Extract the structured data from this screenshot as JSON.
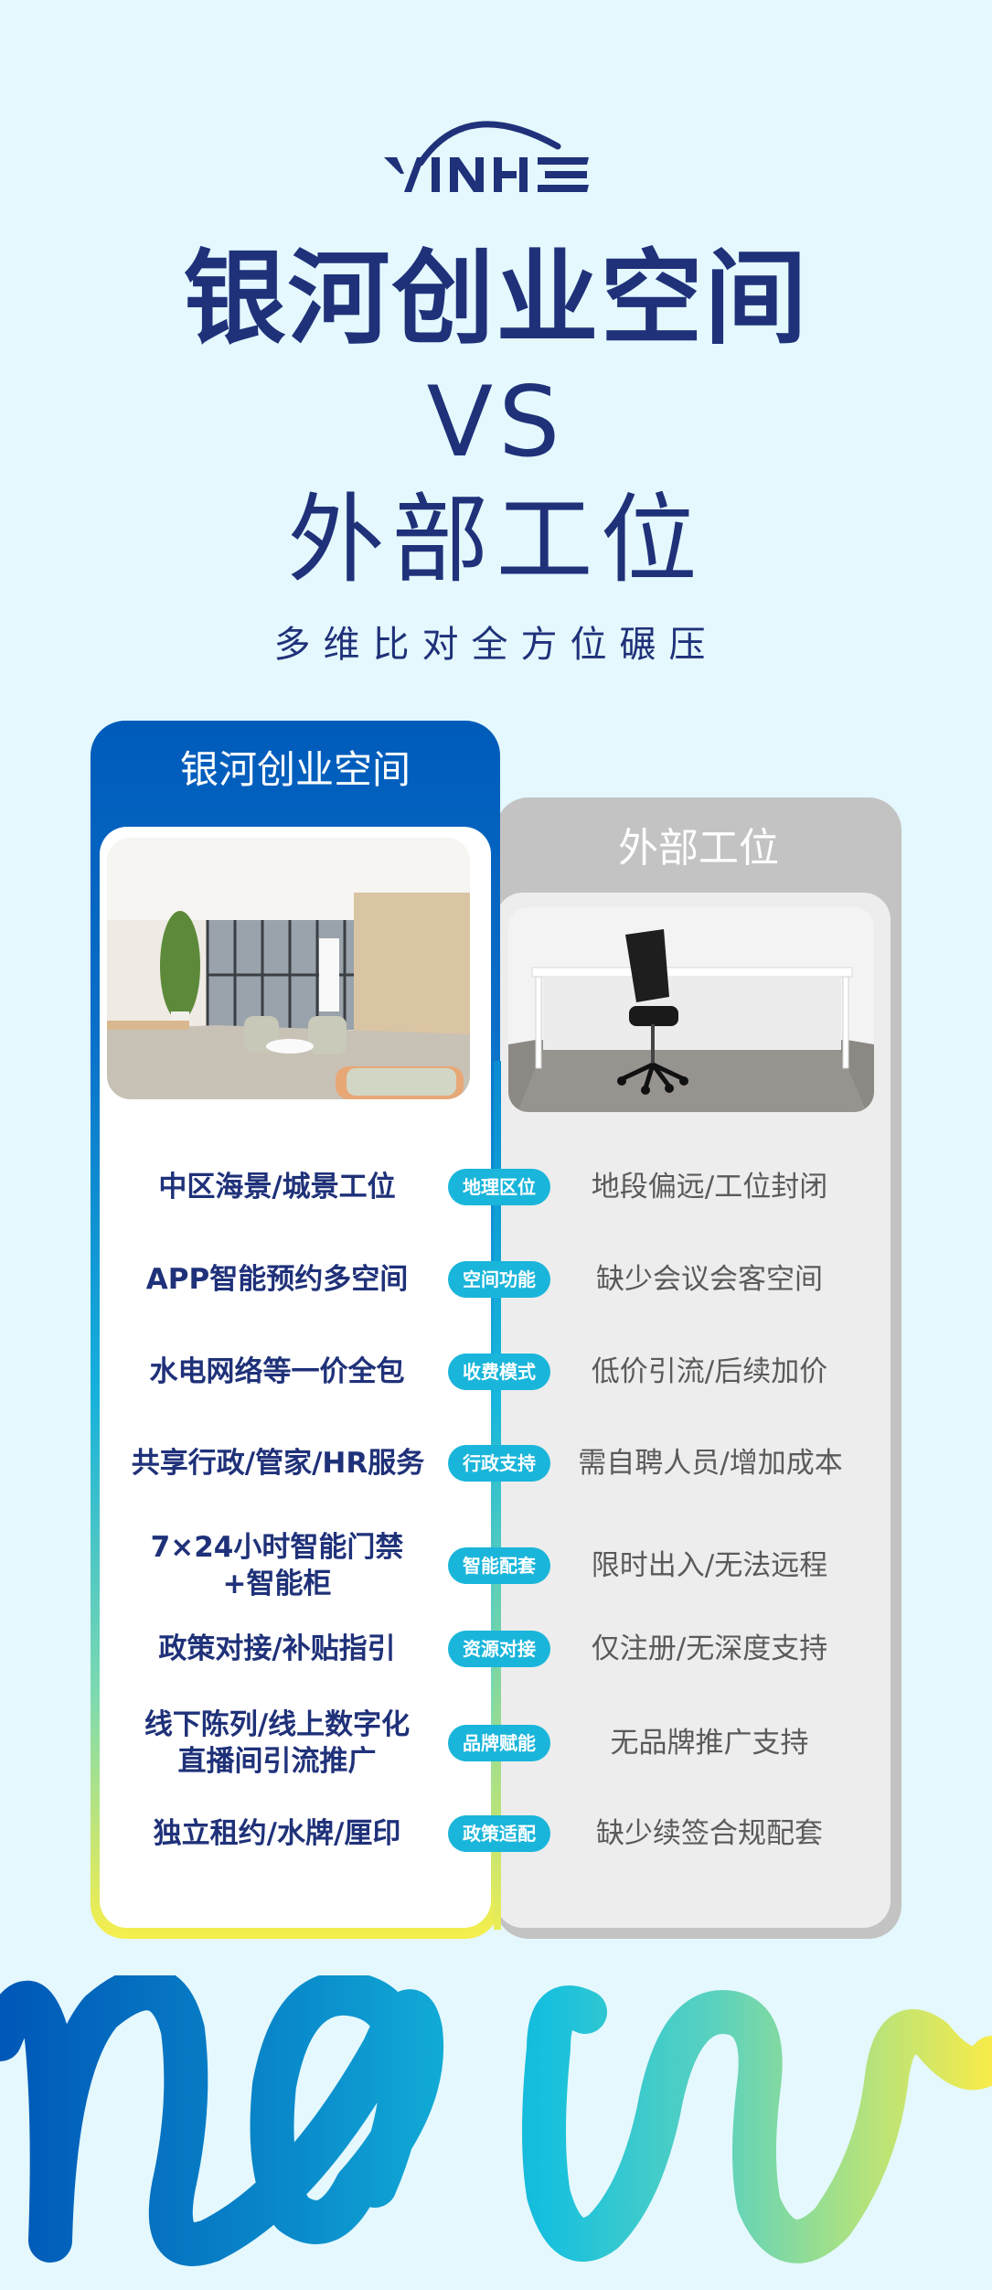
{
  "brand": {
    "logo_text": "YINHE",
    "primary_color": "#1f3179",
    "background_color": "#e4f8fd"
  },
  "hero": {
    "title": "银河创业空间",
    "vs": "VS",
    "opponent": "外部工位",
    "tagline": "多维比对全方位碾压"
  },
  "cards": {
    "left": {
      "title": "银河创业空间",
      "photo_alt": "bright-office-lounge-photo",
      "accent_gradient": [
        "#005bba",
        "#16b0dc",
        "#7ddab0",
        "#f6ee4c"
      ]
    },
    "right": {
      "title": "外部工位",
      "photo_alt": "empty-desk-with-chair-photo",
      "accent_color": "#c3c3c3"
    }
  },
  "comparison": {
    "badge_color": "#1ab5da",
    "rows": [
      {
        "category": "地理区位",
        "yinhe": "中区海景/城景工位",
        "external": "地段偏远/工位封闭"
      },
      {
        "category": "空间功能",
        "yinhe": "APP智能预约多空间",
        "external": "缺少会议会客空间"
      },
      {
        "category": "收费模式",
        "yinhe": "水电网络等一价全包",
        "external": "低价引流/后续加价"
      },
      {
        "category": "行政支持",
        "yinhe": "共享行政/管家/HR服务",
        "external": "需自聘人员/增加成本"
      },
      {
        "category": "智能配套",
        "yinhe": "7×24小时智能门禁\n+智能柜",
        "external": "限时出入/无法远程"
      },
      {
        "category": "资源对接",
        "yinhe": "政策对接/补贴指引",
        "external": "仅注册/无深度支持"
      },
      {
        "category": "品牌赋能",
        "yinhe": "线下陈列/线上数字化\n直播间引流推广",
        "external": "无品牌推广支持"
      },
      {
        "category": "政策适配",
        "yinhe": "独立租约/水牌/厘印",
        "external": "缺少续签合规配套"
      }
    ]
  },
  "footer": {
    "decoration_word": "new"
  }
}
